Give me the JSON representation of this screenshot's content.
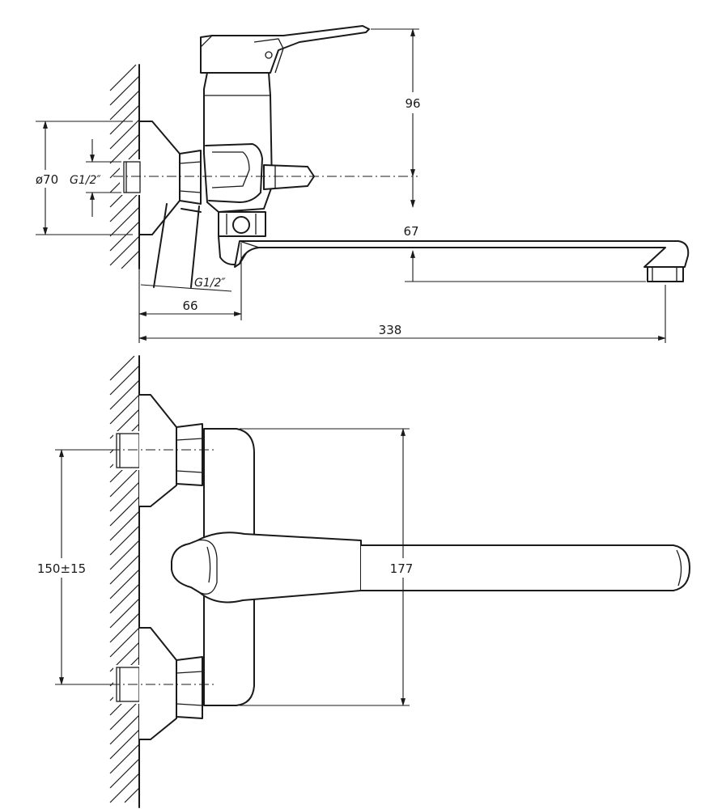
{
  "side_view": {
    "dim_height": "96",
    "dim_diameter": "ø70",
    "dim_thread_wall": "G1/2″",
    "dim_thread_outlet": "G1/2″",
    "dim_spout_drop": "67",
    "dim_offset": "66",
    "dim_spout_length": "338"
  },
  "front_view": {
    "dim_centers": "150±15",
    "dim_body_height": "177"
  },
  "colors": {
    "line": "#1a1a1a",
    "background": "#ffffff"
  }
}
